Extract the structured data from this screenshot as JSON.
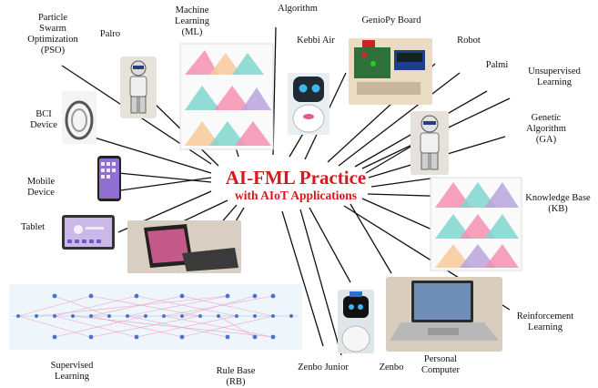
{
  "center": {
    "title": "AI-FML Practice",
    "subtitle": "with AIoT Applications",
    "title_color": "#d7191f"
  },
  "labels": {
    "pso": "Particle\nSwarm\nOptimization\n(PSO)",
    "palro": "Palro",
    "ml": "Machine\nLearning\n(ML)",
    "algorithm": "Algorithm",
    "kebbi": "Kebbi Air",
    "geniopy": "GenioPy Board",
    "robot": "Robot",
    "palmi": "Palmi",
    "unsupervised": "Unsupervised\nLearning",
    "ga": "Genetic\nAlgorithm\n(GA)",
    "bci": "BCI\nDevice",
    "mobile": "Mobile\nDevice",
    "kb": "Knowledge Base\n(KB)",
    "tablet": "Tablet",
    "reinforcement": "Reinforcement\nLearning",
    "supervised": "Supervised\nLearning",
    "rulebase": "Rule Base\n(RB)",
    "zenbo_junior": "Zenbo Junior",
    "zenbo": "Zenbo",
    "pc": "Personal\nComputer"
  },
  "colors": {
    "spoke": "#111111",
    "fuzzy_pink": "#f48fb1",
    "fuzzy_teal": "#7fd6cf",
    "fuzzy_orange": "#f8c99a",
    "fuzzy_purple": "#b9a3dc",
    "nn_node": "#4a74c9",
    "nn_edge": "#f05a9a"
  },
  "icons": {
    "palro": "humanoid-robot-photo",
    "bci": "eeg-headset-photo",
    "mobile": "smartphone-photo",
    "tablet": "tablet-photo",
    "laptop_tablet": "tablet-keyboard-photo",
    "kebbi": "kebbi-robot-photo",
    "geniopy": "circuit-board-photo",
    "palmi": "palmi-robot-photo",
    "zenbo_junior": "zenbo-junior-robot-photo",
    "pc": "laptop-photo"
  }
}
